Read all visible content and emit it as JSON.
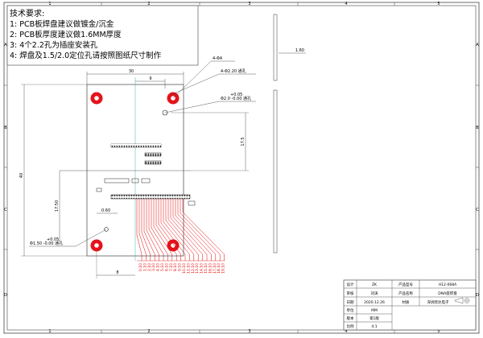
{
  "requirements": {
    "title": "技术要求:",
    "items": [
      "1: PCB板焊盘建议做镀金/沉金",
      "2: PCB板厚度建议做1.6MM厚度",
      "3: 4个2.2孔为插座安装孔",
      "4: 焊盘及1.5/2.0定位孔请按照图纸尺寸制作"
    ]
  },
  "frame": {
    "col_labels": [
      "1",
      "2",
      "3",
      "4",
      "5"
    ],
    "row_labels": [
      "A",
      "B",
      "C",
      "D"
    ]
  },
  "callouts": {
    "four_holes": "4-Φ4",
    "hole_22": "4-Φ2.20 通孔",
    "hole_20_tol": "+0.05",
    "hole_20": "Φ2.0 -0.00 通孔",
    "hole_15_tol": "+0.05",
    "hole_15": "Φ1.50 -0.00 通孔"
  },
  "dimensions": {
    "board_width": "30",
    "hole_offset_x": "9",
    "side_thickness": "1.60",
    "right_height": "17.5",
    "left_height": "40",
    "lower_height": "17.50",
    "pin_pitch": "0.60",
    "bottom_offset": "8"
  },
  "pin_labels": [
    "0.10",
    "1.10",
    "2.10",
    "3.10",
    "4.10",
    "5.10",
    "6.10",
    "7.10",
    "8.10",
    "9.10",
    "10.10",
    "11.10",
    "12.10",
    "13.10",
    "14.10",
    "15.10",
    "16.10",
    "17.10",
    "18.10",
    "19.10"
  ],
  "title_block": {
    "rows": [
      {
        "label": "设计",
        "value": "ZK",
        "label2": "产品型号",
        "value2": "H12-068A"
      },
      {
        "label": "审核",
        "value": "刘涛",
        "label2": "产品名称",
        "value2": "DNA座焊盘"
      },
      {
        "label": "日期",
        "value": "2020.12.26",
        "label2": "材质",
        "value2": "深圳欣达电子"
      },
      {
        "label": "单位",
        "value": "MM",
        "label2": "",
        "value2": ""
      },
      {
        "label": "版本",
        "value": "第1版",
        "label2": "",
        "value2": ""
      },
      {
        "label": "比例",
        "value": "4:1",
        "label2": "",
        "value2": ""
      }
    ]
  }
}
